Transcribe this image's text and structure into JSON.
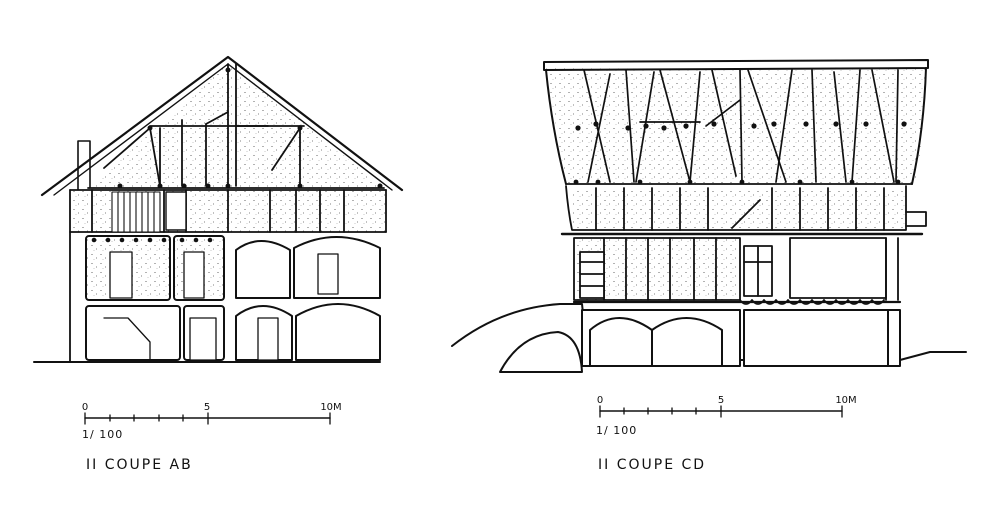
{
  "sections": [
    {
      "id": "ab",
      "title": "II  COUPE AB",
      "ratio": "1/ 100",
      "scale_labels": [
        "0",
        "5",
        "10M"
      ]
    },
    {
      "id": "cd",
      "title": "II COUPE  CD",
      "ratio": "1/ 100",
      "scale_labels": [
        "0",
        "5",
        "10M"
      ]
    }
  ]
}
